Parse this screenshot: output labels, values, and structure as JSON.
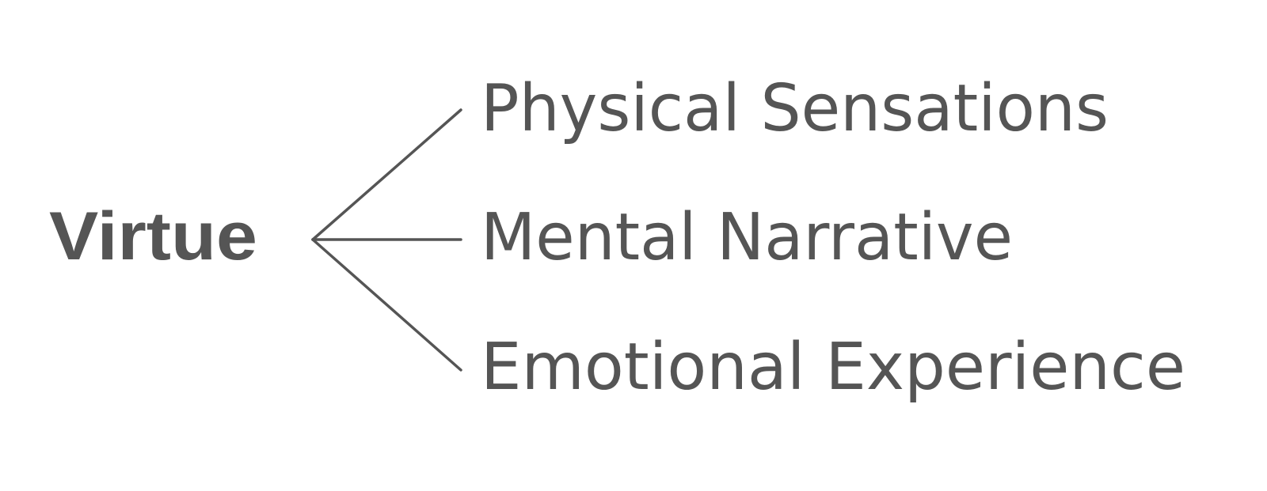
{
  "diagram": {
    "root": "Virtue",
    "children": [
      "Physical Sensations",
      "Mental Narrative",
      "Emotional Experience"
    ],
    "color": "#555555"
  }
}
